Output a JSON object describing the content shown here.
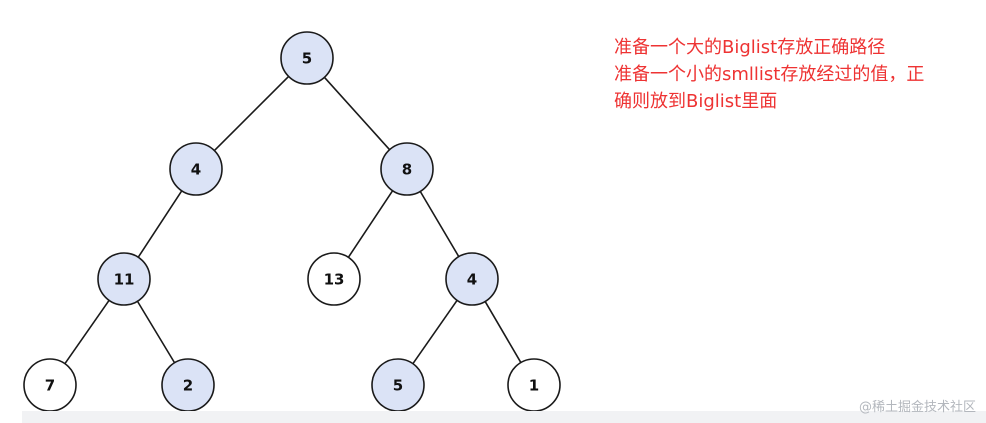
{
  "colors": {
    "highlight_fill": "#dbe3f6",
    "normal_fill": "#ffffff",
    "stroke": "#1a1a1a",
    "annotation": "#ee3333",
    "watermark": "#b3b7bd"
  },
  "tree": {
    "nodes": [
      {
        "id": "n5_root",
        "label": "5",
        "highlighted": true
      },
      {
        "id": "n4_left",
        "label": "4",
        "highlighted": true
      },
      {
        "id": "n8",
        "label": "8",
        "highlighted": true
      },
      {
        "id": "n11",
        "label": "11",
        "highlighted": true
      },
      {
        "id": "n13",
        "label": "13",
        "highlighted": false
      },
      {
        "id": "n4_right",
        "label": "4",
        "highlighted": true
      },
      {
        "id": "n7",
        "label": "7",
        "highlighted": false
      },
      {
        "id": "n2",
        "label": "2",
        "highlighted": true
      },
      {
        "id": "n5_leaf",
        "label": "5",
        "highlighted": true
      },
      {
        "id": "n1",
        "label": "1",
        "highlighted": false
      }
    ],
    "edges": [
      [
        "n5_root",
        "n4_left"
      ],
      [
        "n5_root",
        "n8"
      ],
      [
        "n4_left",
        "n11"
      ],
      [
        "n8",
        "n13"
      ],
      [
        "n8",
        "n4_right"
      ],
      [
        "n11",
        "n7"
      ],
      [
        "n11",
        "n2"
      ],
      [
        "n4_right",
        "n5_leaf"
      ],
      [
        "n4_right",
        "n1"
      ]
    ]
  },
  "annotation": {
    "line1": "准备一个大的Biglist存放正确路径",
    "line2": "准备一个小的smllist存放经过的值，正",
    "line3": "确则放到Biglist里面"
  },
  "watermark": "@稀土掘金技术社区"
}
